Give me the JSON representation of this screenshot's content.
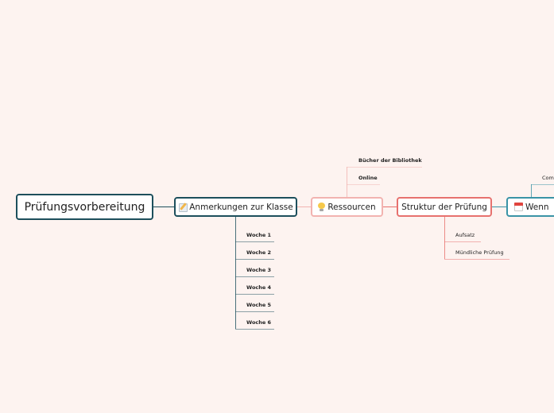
{
  "mindmap": {
    "root": {
      "label": "Prüfungsvorbereitung"
    },
    "anmerkungen": {
      "label": "Anmerkungen zur Klasse",
      "icon": "pencil-memo-icon",
      "color": "#1d4f5c",
      "children": [
        "Woche 1",
        "Woche 2",
        "Woche 3",
        "Woche 4",
        "Woche 5",
        "Woche 6"
      ]
    },
    "ressourcen": {
      "label": "Ressourcen",
      "icon": "light-bulb-icon",
      "color": "#f2b3b0",
      "children": [
        "Bücher der Bibliothek",
        "Online"
      ]
    },
    "struktur": {
      "label": "Struktur der Prüfung",
      "color": "#e7716e",
      "children": [
        "Aufsatz",
        "Mündliche Prüfung"
      ]
    },
    "wenn": {
      "label": "Wenn",
      "icon": "calendar-icon",
      "color": "#3a93a6",
      "children": [
        "Com"
      ]
    }
  }
}
